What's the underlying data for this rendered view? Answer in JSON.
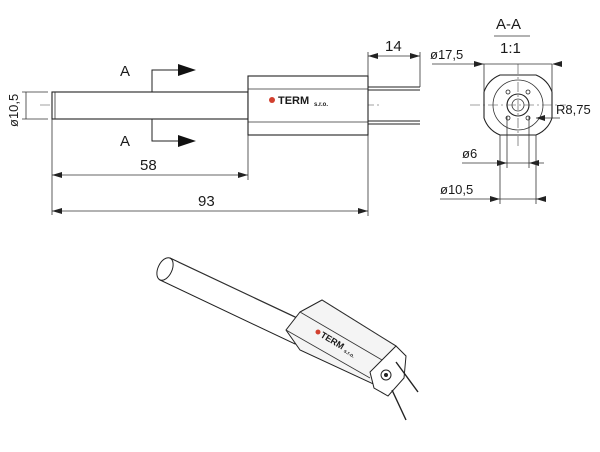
{
  "drawing": {
    "section_marker_top": "A",
    "section_marker_bottom": "A",
    "dim_diameter_left": "ø10,5",
    "dim_length_58": "58",
    "dim_length_93": "93",
    "dim_length_14": "14",
    "section_title": "A-A",
    "section_scale": "1:1",
    "dim_diameter_17_5": "ø17,5",
    "dim_radius": "R8,75",
    "dim_diameter_6": "ø6",
    "dim_diameter_10_5": "ø10,5",
    "logo_text": "TERM",
    "logo_small": "s.r.o."
  },
  "colors": {
    "line": "#222222",
    "logo_red": "#d2402f"
  }
}
